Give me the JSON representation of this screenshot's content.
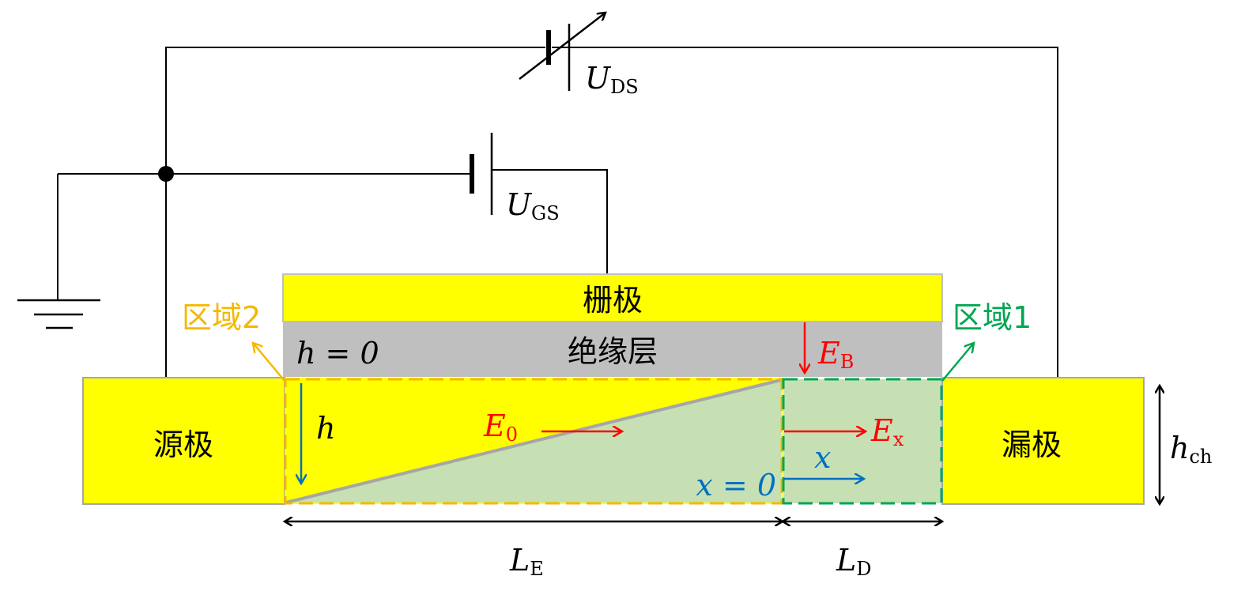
{
  "title": "FET channel region diagram",
  "colors": {
    "yellow": "#ffff00",
    "insulator": "#bfbfbf",
    "green_fill": "#c6e0b4",
    "orange": "#f5b800",
    "green": "#00a651",
    "red": "#ff0000",
    "blue": "#0070c0"
  },
  "labels": {
    "gate": "栅极",
    "insulator": "绝缘层",
    "source": "源极",
    "drain": "漏极",
    "region1": "区域1",
    "region2": "区域2",
    "h_zero": "h = 0",
    "h": "h",
    "x_zero": "x = 0",
    "x": "x"
  },
  "symbols": {
    "uds": {
      "main": "U",
      "sub": "DS"
    },
    "ugs": {
      "main": "U",
      "sub": "GS"
    },
    "e0": {
      "main": "E",
      "sub": "0"
    },
    "eb": {
      "main": "E",
      "sub": "B"
    },
    "ex": {
      "main": "E",
      "sub": "x"
    },
    "le": {
      "main": "L",
      "sub": "E"
    },
    "ld": {
      "main": "L",
      "sub": "D"
    },
    "hch": {
      "main": "h",
      "sub": "ch"
    }
  }
}
